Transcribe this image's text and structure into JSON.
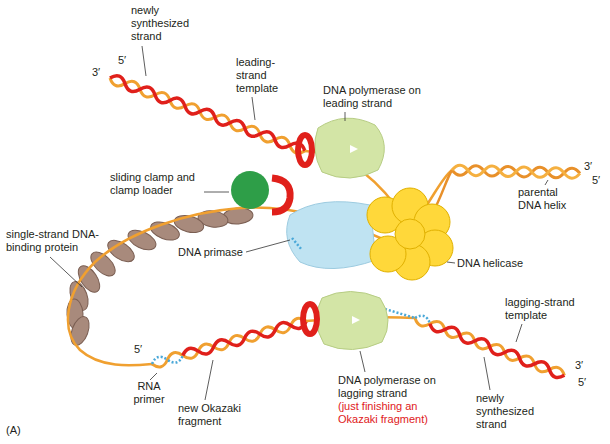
{
  "diagram": {
    "labels": [
      "newly synthesized strand",
      "5′",
      "3′",
      "leading-strand template",
      "DNA polymerase on leading strand",
      "sliding clamp and clamp loader",
      "parental DNA helix",
      "3′",
      "5′",
      "single-strand DNA-binding protein",
      "DNA primase",
      "DNA helicase",
      "lagging-strand template",
      "5′",
      "RNA primer",
      "new Okazaki fragment",
      "DNA polymerase on lagging strand",
      "(just finishing an Okazaki fragment)",
      "newly synthesized strand",
      "3′",
      "5′",
      "(A)"
    ]
  }
}
